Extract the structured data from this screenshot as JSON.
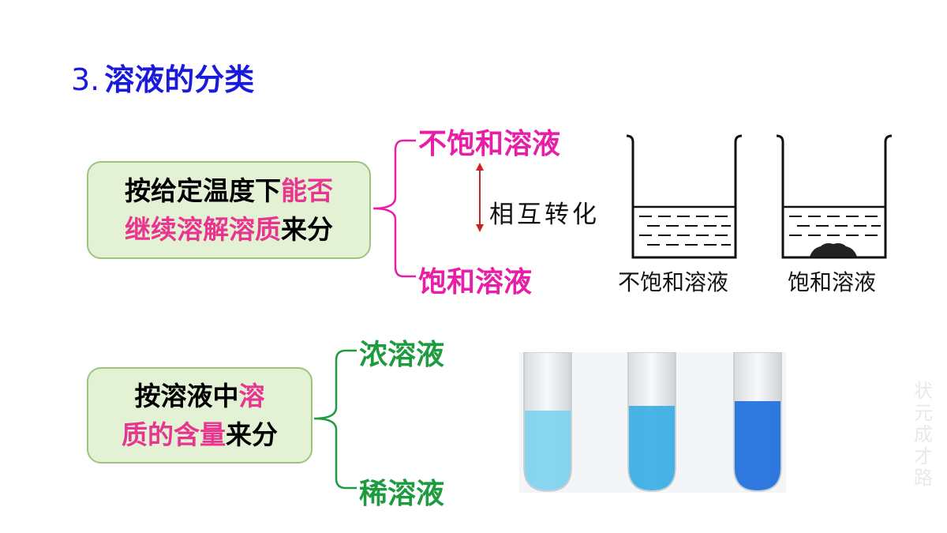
{
  "title": {
    "number": "3.",
    "text": "溶液的分类"
  },
  "classification_1": {
    "criterion_line1_plain": "按给定温度下",
    "criterion_line1_highlight": "能否",
    "criterion_line2_highlight": "继续溶解溶质",
    "criterion_line2_plain": "来分",
    "option_top": "不饱和溶液",
    "option_bottom": "饱和溶液",
    "relation": "相互转化",
    "beaker_left_caption": "不饱和溶液",
    "beaker_right_caption": "饱和溶液"
  },
  "classification_2": {
    "criterion_line1_plain": "按溶液中",
    "criterion_line1_highlight": "溶",
    "criterion_line2_highlight": "质的含量",
    "criterion_line2_plain": "来分",
    "option_top": "浓溶液",
    "option_bottom": "稀溶液"
  },
  "watermark": "状元成才路",
  "colors": {
    "title": "#1a1adc",
    "highlight": "#e8358f",
    "saturation_labels": "#e81ea6",
    "concentration_labels": "#1f9b3f",
    "box_fill": "#e3f1d5",
    "box_border": "#9cc47c",
    "arrow": "#cc2222"
  },
  "test_tubes": [
    {
      "liquid_color": "#7fd3ef"
    },
    {
      "liquid_color": "#3aaee6"
    },
    {
      "liquid_color": "#1f6fe0"
    }
  ]
}
